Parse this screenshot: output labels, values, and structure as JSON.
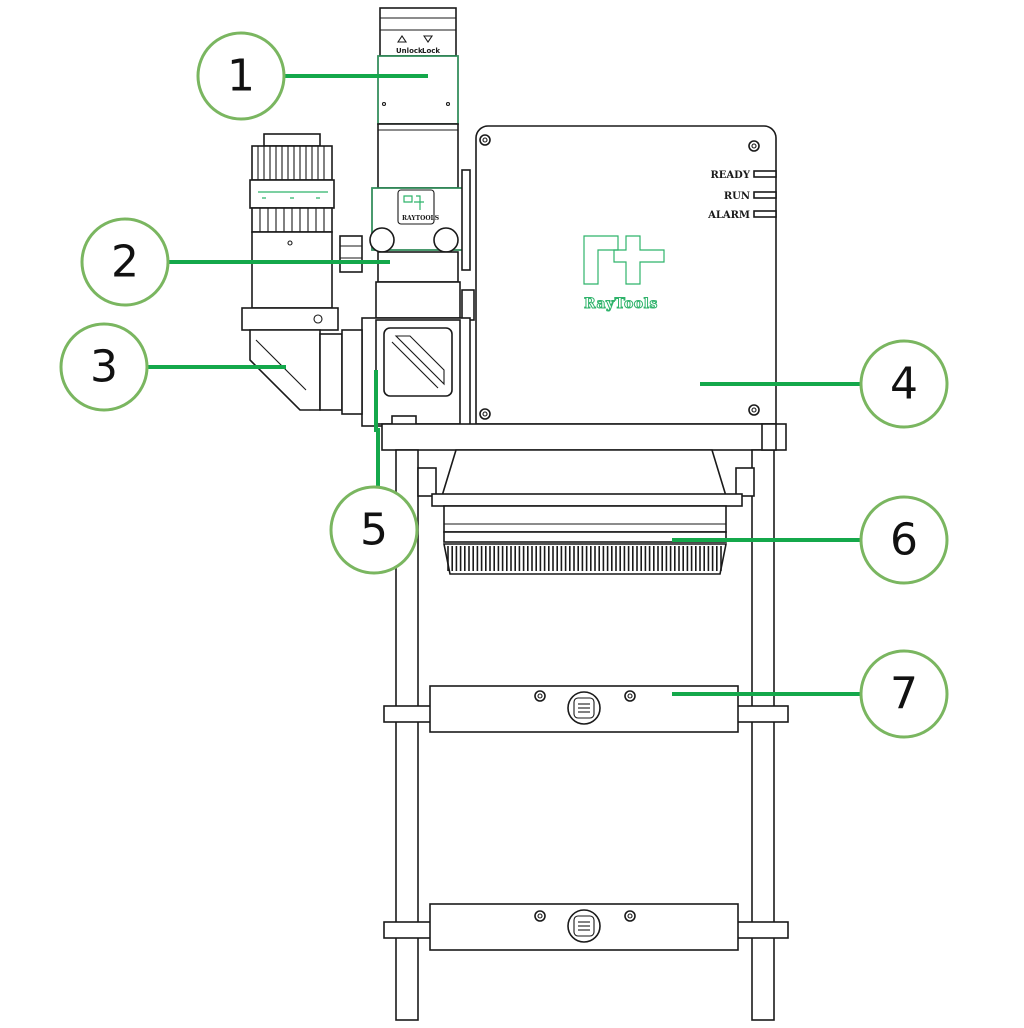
{
  "callouts": [
    {
      "label": "1"
    },
    {
      "label": "2"
    },
    {
      "label": "3"
    },
    {
      "label": "4"
    },
    {
      "label": "5"
    },
    {
      "label": "6"
    },
    {
      "label": "7"
    }
  ],
  "head_labels": {
    "unlock": "Unlock",
    "lock": "Lock"
  },
  "status_panel": {
    "ready": "READY",
    "run": "RUN",
    "alarm": "ALARM"
  },
  "brand": {
    "name": "RayTools",
    "name_small": "RAYTOOLS"
  },
  "colors": {
    "accent_green": "#14a84b",
    "circle_outline": "#7ab660",
    "logo_green": "#2fb36b"
  }
}
